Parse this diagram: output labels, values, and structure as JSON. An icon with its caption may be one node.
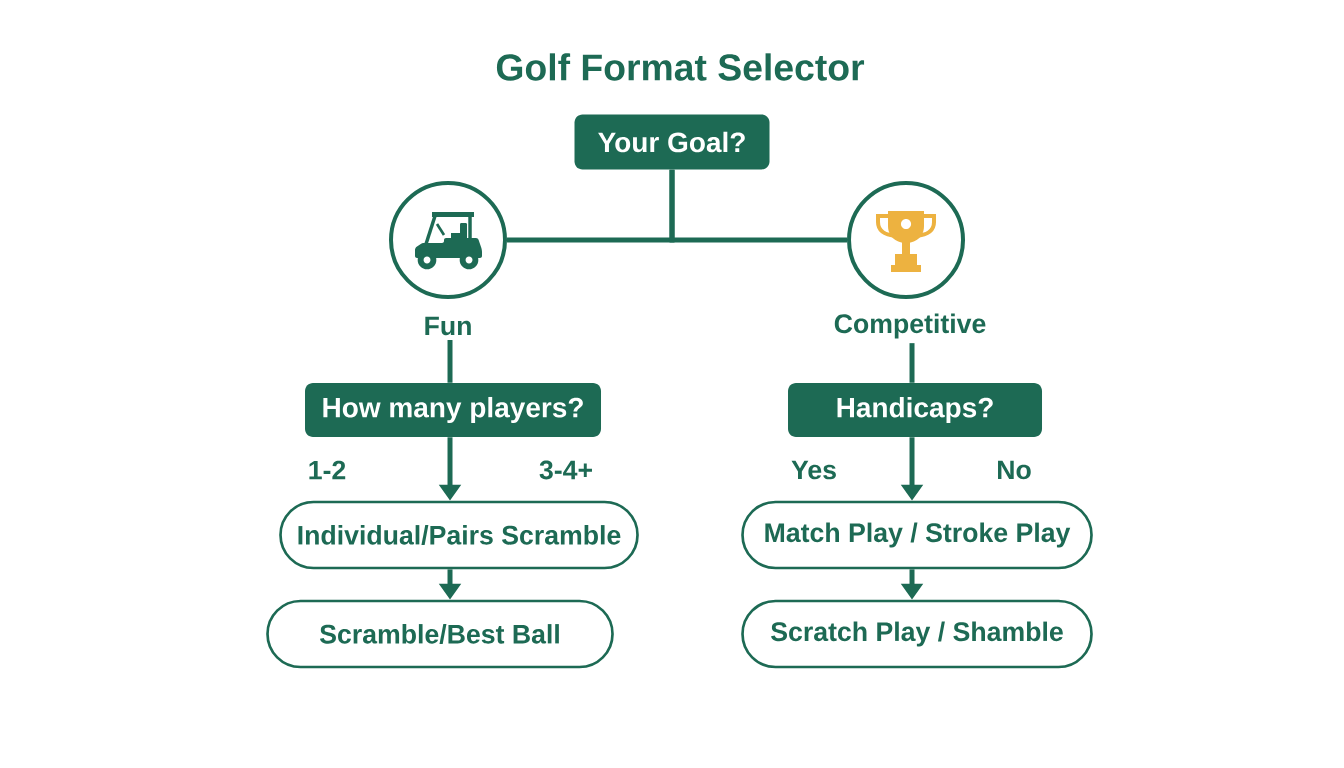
{
  "diagram": {
    "title": "Golf Format Selector",
    "nodes": [
      {
        "text": [
          "Your Goal?"
        ]
      },
      {
        "text": [
          "Fun"
        ]
      },
      {
        "text": [
          "Competitive"
        ]
      },
      {
        "text": [
          "How many players?"
        ]
      },
      {
        "text": [
          "Individual/Pairs Scramble"
        ]
      },
      {
        "text": [
          "Scramble/Best Ball"
        ]
      },
      {
        "text": [
          "Handicaps?"
        ]
      },
      {
        "text": [
          "Match Play / Stroke Play"
        ]
      },
      {
        "text": [
          "Scratch Play / Shamble"
        ]
      }
    ],
    "edges": [
      {
        "from": 0,
        "to": 1,
        "arrow": "none"
      },
      {
        "from": 0,
        "to": 2,
        "arrow": "none"
      },
      {
        "from": 1,
        "to": 3,
        "arrow": "none"
      },
      {
        "from": 3,
        "to": 4,
        "arrow": "to"
      },
      {
        "from": 4,
        "to": 5,
        "arrow": "to"
      },
      {
        "from": 2,
        "to": 6,
        "arrow": "none"
      },
      {
        "from": 6,
        "to": 7,
        "arrow": "to"
      },
      {
        "from": 7,
        "to": 8,
        "arrow": "to"
      }
    ],
    "labels": [
      "1-2",
      "3-4+",
      "Yes",
      "No"
    ]
  }
}
